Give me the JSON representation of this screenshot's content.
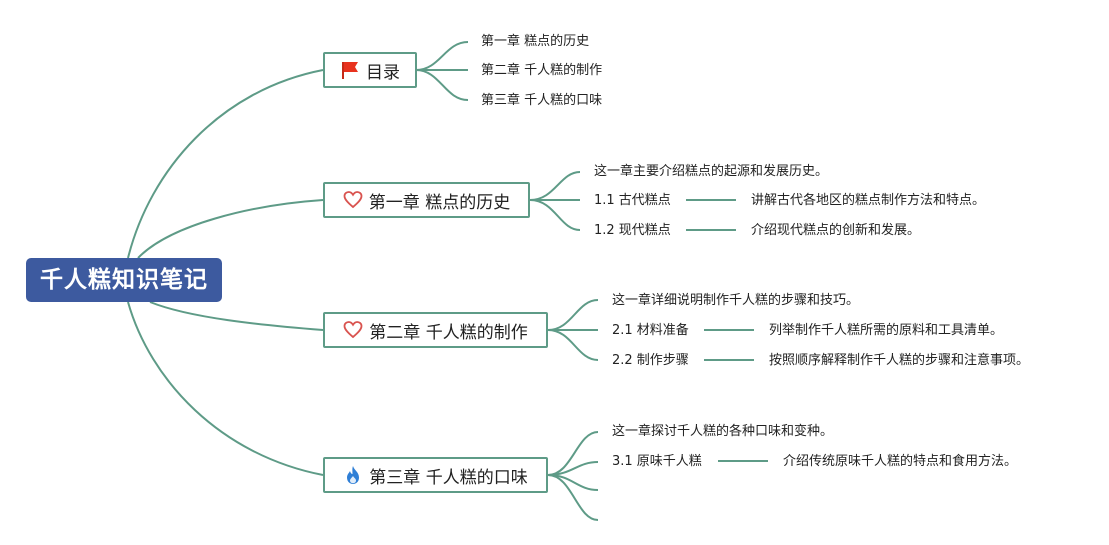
{
  "root": {
    "title": "千人糕知识笔记"
  },
  "toc": {
    "label": "目录",
    "icon": "red-flag-icon",
    "items": [
      "第一章 糕点的历史",
      "第二章 千人糕的制作",
      "第三章 千人糕的口味"
    ]
  },
  "ch1": {
    "label": "第一章 糕点的历史",
    "icon": "heart-outline-icon",
    "intro": "这一章主要介绍糕点的起源和发展历史。",
    "sections": [
      {
        "title": "1.1 古代糕点",
        "desc": "讲解古代各地区的糕点制作方法和特点。"
      },
      {
        "title": "1.2 现代糕点",
        "desc": "介绍现代糕点的创新和发展。"
      }
    ]
  },
  "ch2": {
    "label": "第二章 千人糕的制作",
    "icon": "heart-outline-icon",
    "intro": "这一章详细说明制作千人糕的步骤和技巧。",
    "sections": [
      {
        "title": "2.1 材料准备",
        "desc": "列举制作千人糕所需的原料和工具清单。"
      },
      {
        "title": "2.2 制作步骤",
        "desc": "按照顺序解释制作千人糕的步骤和注意事项。"
      }
    ]
  },
  "ch3": {
    "label": "第三章 千人糕的口味",
    "icon": "flame-icon",
    "intro": "这一章探讨千人糕的各种口味和变种。",
    "sections": [
      {
        "title": "3.1 原味千人糕",
        "desc": "介绍传统原味千人糕的特点和食用方法。"
      }
    ]
  },
  "colors": {
    "edge": "#5e9b87",
    "root_bg": "#3d5a9f",
    "flag": "#e8321e",
    "heart": "#d9534f",
    "flame": "#2f7fd6"
  }
}
